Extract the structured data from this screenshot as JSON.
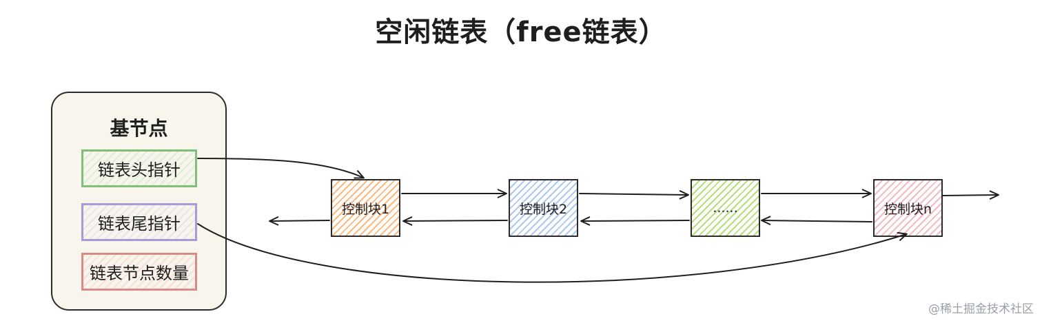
{
  "title": "空闲链表（free链表）",
  "base_node": {
    "title": "基节点",
    "fields": {
      "head_pointer": "链表头指针",
      "tail_pointer": "链表尾指针",
      "node_count": "链表节点数量"
    }
  },
  "blocks": [
    "控制块1",
    "控制块2",
    "......",
    "控制块n"
  ],
  "colors": {
    "head_pointer": "#7fbf7a",
    "tail_pointer": "#a999d6",
    "node_count": "#d98a86",
    "block1": "#fd7e14",
    "block2": "#74a3e2",
    "block3": "#82c91e",
    "block4": "#e66478"
  },
  "watermark": "@稀土掘金技术社区"
}
